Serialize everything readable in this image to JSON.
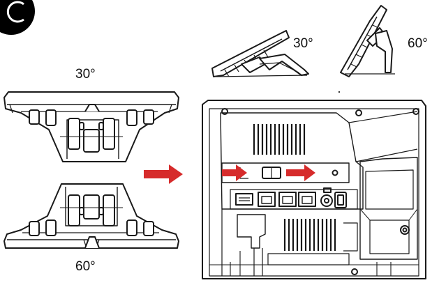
{
  "step_badge": {
    "letter": "C"
  },
  "labels": {
    "stand_top_angle": "30°",
    "stand_bottom_angle": "60°",
    "side_view_30": "30°",
    "side_view_60": "60°"
  },
  "colors": {
    "arrow": "#d62b2b",
    "line": "#1a1a1a",
    "vent": "#151515",
    "badge": "#000000"
  },
  "icons": {
    "insert_arrow": "arrow-right-icon"
  }
}
